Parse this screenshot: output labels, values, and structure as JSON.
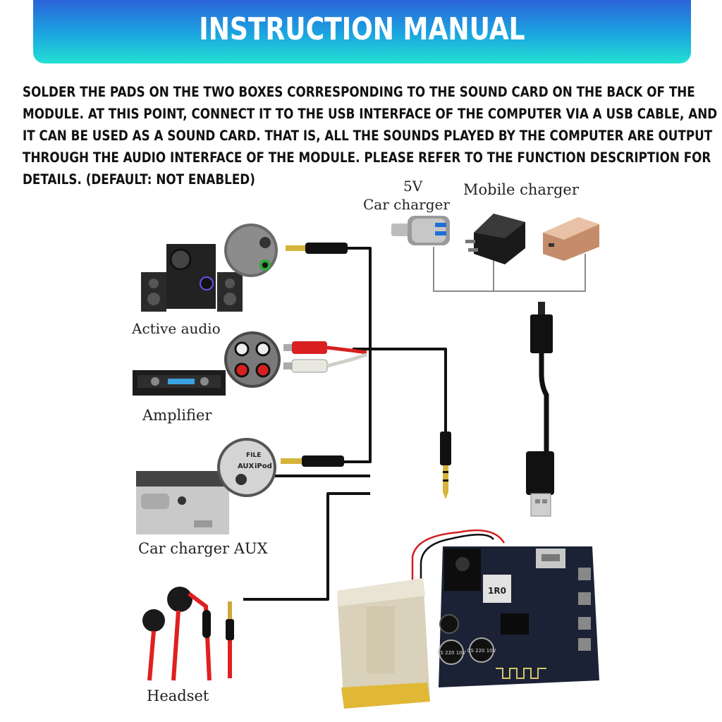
{
  "header": {
    "title": "INSTRUCTION MANUAL"
  },
  "instructions": {
    "lines": [
      "SOLDER THE PADS ON THE TWO BOXES CORRESPONDING TO THE SOUND CARD ON THE BACK OF THE",
      "MODULE. AT THIS POINT, CONNECT IT TO THE USB INTERFACE OF THE COMPUTER VIA A USB CABLE, AND",
      "IT CAN BE USED AS A SOUND CARD. THAT IS, ALL THE SOUNDS PLAYED BY THE COMPUTER ARE OUTPUT",
      "THROUGH THE AUDIO INTERFACE OF THE MODULE. PLEASE REFER TO THE FUNCTION DESCRIPTION FOR",
      "DETAILS. (DEFAULT: NOT ENABLED)"
    ]
  },
  "labels": {
    "five_v": "5V",
    "car_charger": "Car charger",
    "mobile_charger": "Mobile charger",
    "active_audio": "Active audio",
    "amplifier": "Amplifier",
    "car_charger_aux": "Car charger AUX",
    "headset": "Headset"
  },
  "device_text": {
    "aux": "AUX",
    "ipod": "iPod",
    "file": "FILE",
    "inductor": "1R0",
    "cap1": "CS 220 10V",
    "cap2": "CS 220 10V"
  },
  "colors": {
    "banner_top": "#2b63d9",
    "banner_bottom": "#24e0d2",
    "wire": "#111111",
    "rca_red": "#d82020",
    "headset_red": "#e02020"
  }
}
